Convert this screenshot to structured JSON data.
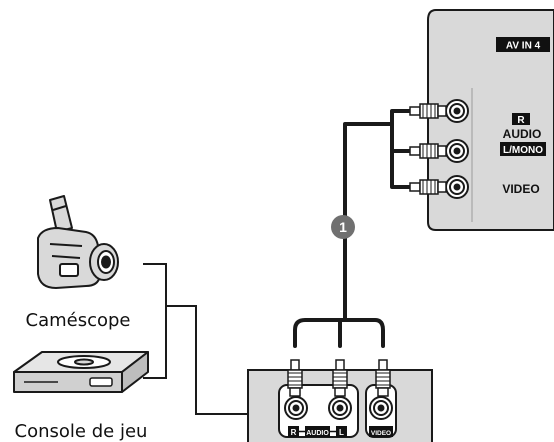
{
  "tv_panel": {
    "input_label": "AV IN 4",
    "r_badge": "R",
    "audio_label": "AUDIO",
    "mono_label": "L/MONO",
    "video_label": "VIDEO"
  },
  "callout_number": "1",
  "devices": {
    "camcorder_label": "Caméscope",
    "console_label": "Console de jeu"
  },
  "device_jacks": {
    "r_label": "R",
    "audio_label": "AUDIO",
    "l_label": "L",
    "video_label": "VIDEO"
  },
  "colors": {
    "panel_fill": "#d9d9d9",
    "outline": "#1a1a1a",
    "badge_fill": "#111111",
    "callout_fill": "#707070"
  }
}
